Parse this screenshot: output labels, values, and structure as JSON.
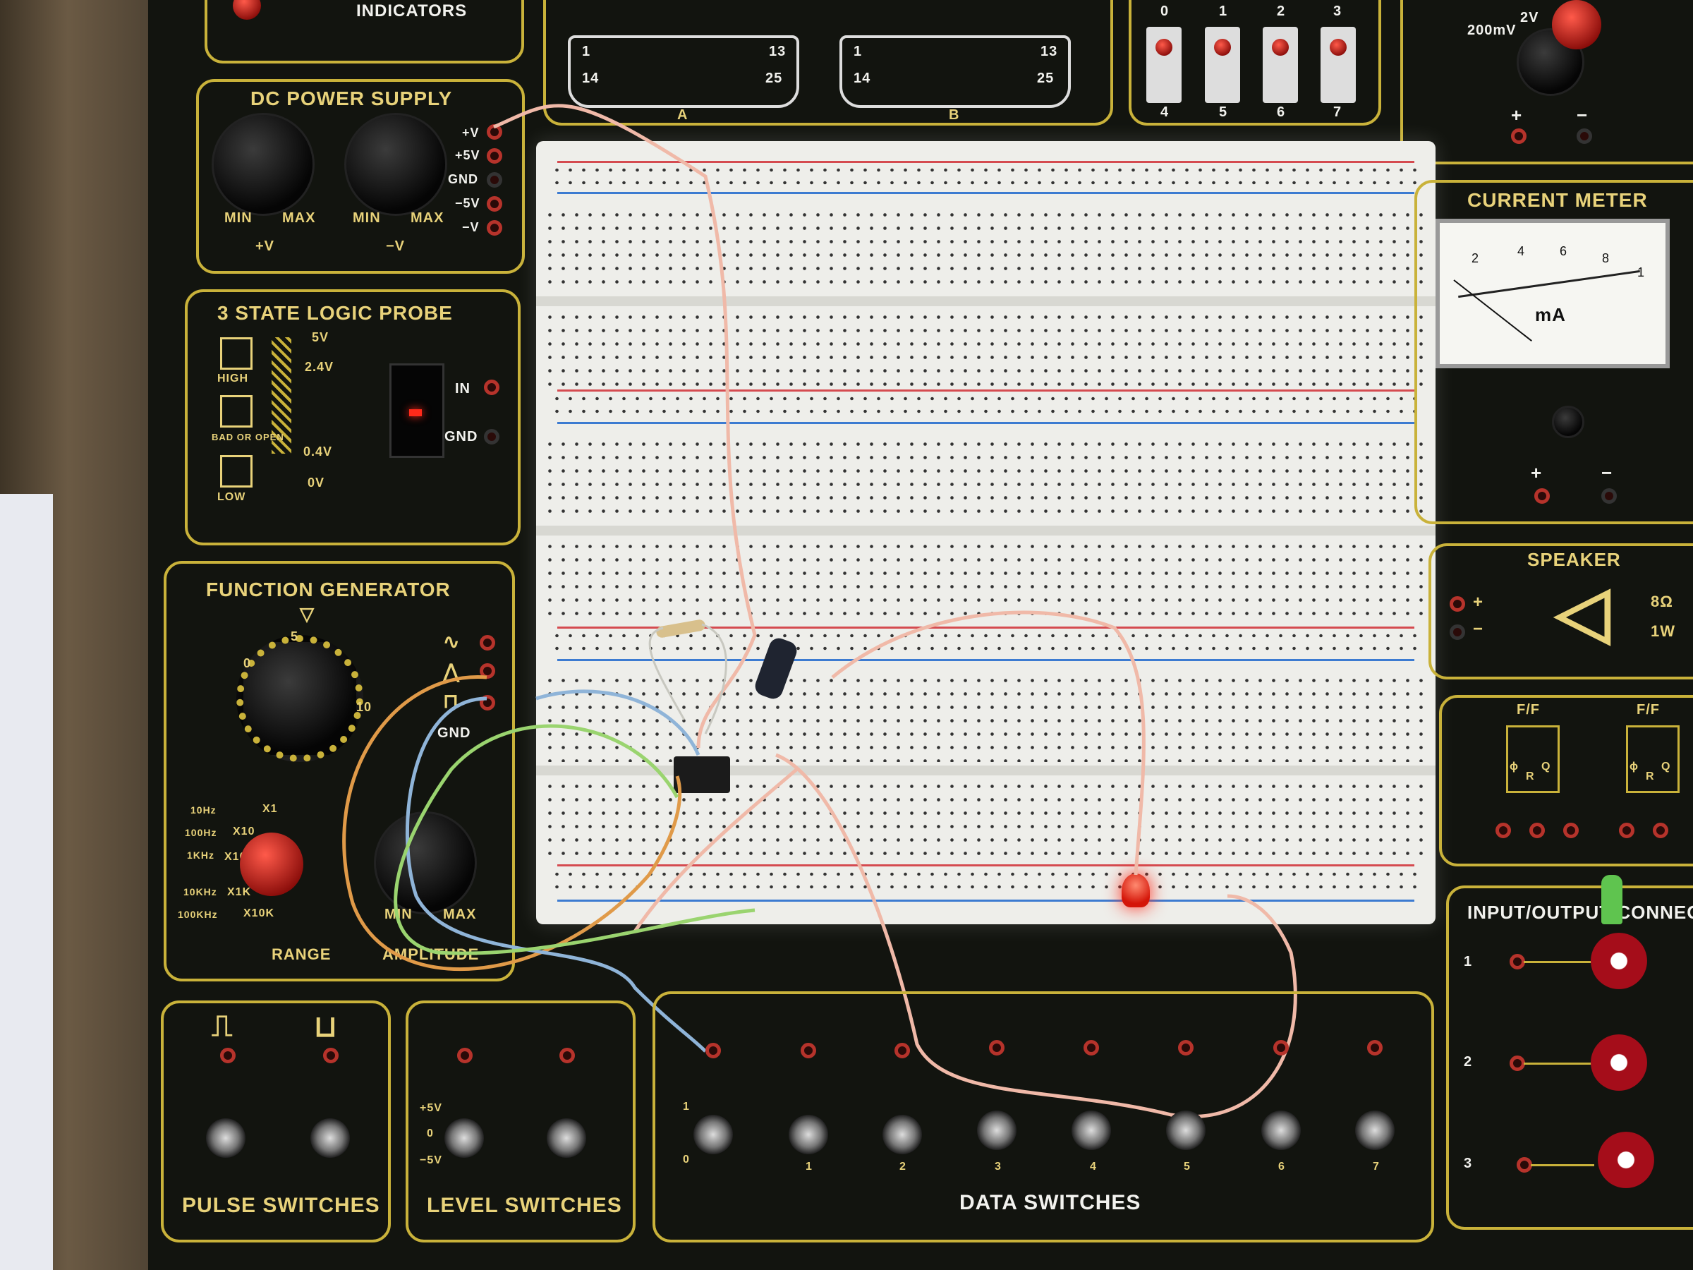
{
  "top": {
    "indicators_label": "INDICATORS",
    "connector_a": {
      "name": "A",
      "pin_start_top": "1",
      "pin_end_top": "13",
      "pin_start_bottom": "14",
      "pin_end_bottom": "25"
    },
    "connector_b": {
      "name": "B",
      "pin_start_top": "1",
      "pin_end_top": "13",
      "pin_start_bottom": "14",
      "pin_end_bottom": "25"
    },
    "led_top_numbers": [
      "0",
      "1",
      "2",
      "3"
    ],
    "led_bottom_numbers": [
      "4",
      "5",
      "6",
      "7"
    ],
    "voltmeter_range": [
      "200mV",
      "2V"
    ],
    "voltmeter_plus": "+",
    "voltmeter_minus": "−"
  },
  "dc_power": {
    "title": "DC POWER SUPPLY",
    "knob1_min": "MIN",
    "knob1_max": "MAX",
    "knob1_label": "+V",
    "knob2_min": "MIN",
    "knob2_max": "MAX",
    "knob2_label": "−V",
    "outputs": [
      "+V",
      "+5V",
      "GND",
      "−5V",
      "−V"
    ]
  },
  "logic_probe": {
    "title": "3 STATE LOGIC PROBE",
    "levels": [
      "5V",
      "2.4V",
      "0.4V",
      "0V"
    ],
    "states": [
      "HIGH",
      "BAD OR OPEN",
      "LOW"
    ],
    "in_label": "IN",
    "gnd_label": "GND"
  },
  "function_generator": {
    "title": "FUNCTION GENERATOR",
    "gnd_label": "GND",
    "range_label": "RANGE",
    "amplitude_label": "AMPLITUDE",
    "amp_min": "MIN",
    "amp_max": "MAX",
    "dial_scale": [
      "0",
      "5",
      "10"
    ],
    "freq_list": [
      "10Hz",
      "100Hz",
      "1KHz",
      "10KHz",
      "100KHz"
    ],
    "multipliers": [
      "X1",
      "X10",
      "X100",
      "X1K",
      "X10K"
    ]
  },
  "current_meter": {
    "title": "CURRENT METER",
    "unit": "mA",
    "scale": [
      "2",
      "4",
      "6",
      "8",
      "1"
    ],
    "plus": "+",
    "minus": "−"
  },
  "speaker": {
    "title": "SPEAKER",
    "plus": "+",
    "minus": "−",
    "impedance": "8Ω",
    "power": "1W"
  },
  "flipflops": {
    "label": "F/F",
    "pins": [
      "ϕ",
      "R",
      "Q"
    ]
  },
  "io": {
    "title": "INPUT/OUTPUT CONNECT",
    "numbers": [
      "1",
      "2",
      "3"
    ]
  },
  "pulse_switches": {
    "title": "PULSE SWITCHES"
  },
  "level_switches": {
    "title": "LEVEL SWITCHES",
    "positions": [
      "+5V",
      "0",
      "−5V"
    ]
  },
  "data_switches": {
    "title": "DATA SWITCHES",
    "numbers": [
      "0",
      "1",
      "2",
      "3",
      "4",
      "5",
      "6",
      "7"
    ],
    "first_top": "1"
  },
  "colors": {
    "panel": "#12140f",
    "trim": "#c9b23a",
    "breadboard": "#eeeeea",
    "led_red": "#d41508",
    "wire_pink": "#f0b9a8",
    "wire_orange": "#e09a48",
    "wire_blue": "#8fb4d8",
    "wire_green": "#9ad46f"
  }
}
